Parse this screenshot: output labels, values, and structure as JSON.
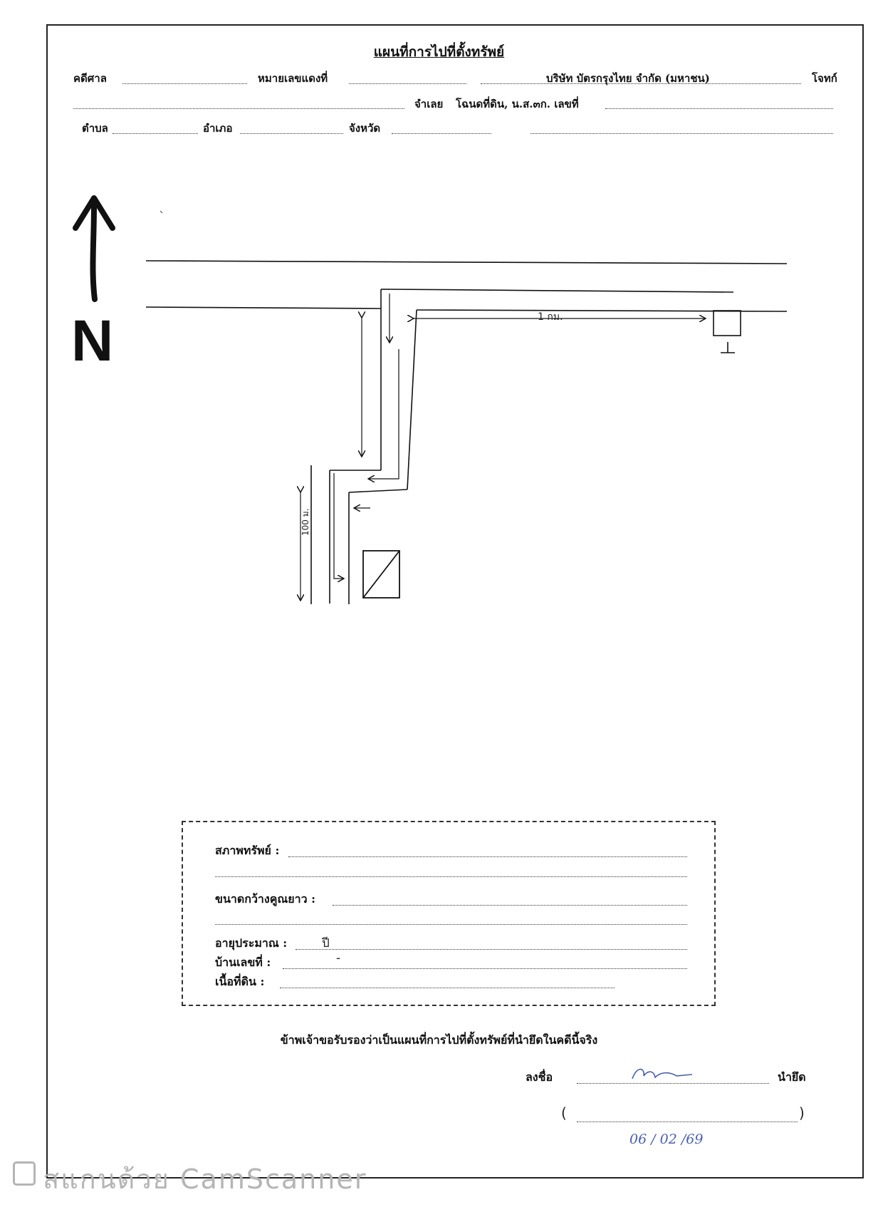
{
  "form": {
    "title": "แผนที่การไปที่ตั้งทรัพย์",
    "court_label": "คดีศาล",
    "case_no_label": "หมายเลขแดงที่",
    "plaintiff": "บริษัท บัตรกรุงไทย จำกัด (มหาชน)",
    "plaintiff_role": "โจทก์",
    "defendant_label": "จำเลย",
    "deed_label": "โฉนดที่ดิน, น.ส.๓ก. เลขที่",
    "subdistrict_label": "ตำบล",
    "district_label": "อำเภอ",
    "province_label": "จังหวัด"
  },
  "map": {
    "north_letter": "N",
    "road_distance": "1 กม.",
    "left_distance": "100 ม."
  },
  "property_info": {
    "condition_label": "สภาพทรัพย์ :",
    "size_label": "ขนาดกว้างคูณยาว :",
    "age_label": "อายุประมาณ :",
    "age_unit": "ปี",
    "house_no_label": "บ้านเลขที่ :",
    "house_no_value": "-",
    "land_area_label": "เนื้อที่ดิน :"
  },
  "certification": {
    "statement": "ข้าพเจ้าขอรับรองว่าเป็นแผนที่การไปที่ตั้งทรัพย์ที่นำยึดในคดีนี้จริง",
    "sign_label": "ลงชื่อ",
    "role": "นำยึด",
    "date": "06 / 02 /69"
  },
  "watermark": {
    "text": "สแกนด้วย CamScanner"
  }
}
